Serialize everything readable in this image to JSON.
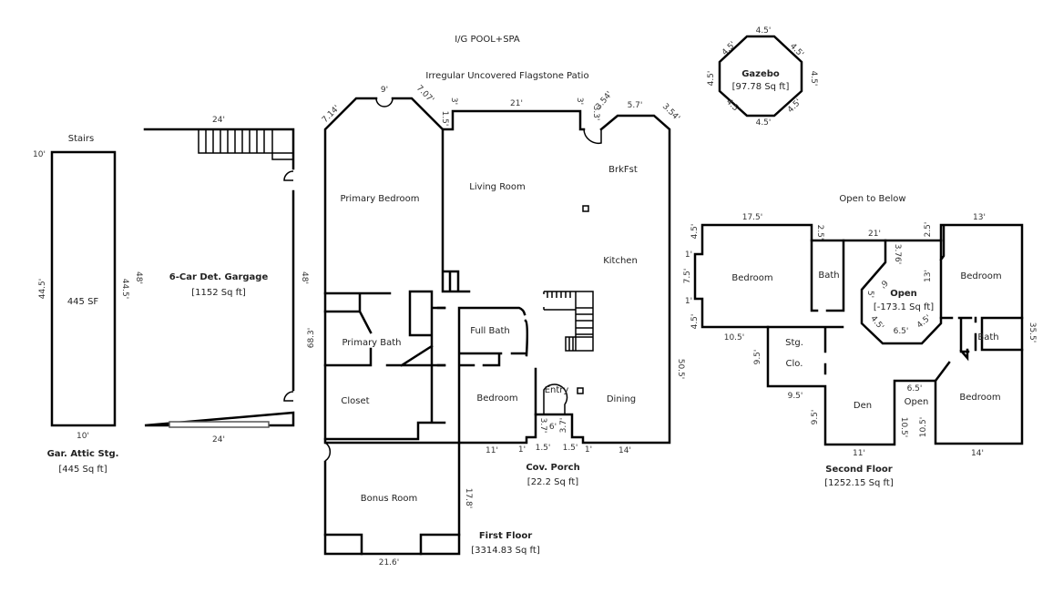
{
  "outdoor": {
    "pool": "I/G POOL+SPA",
    "patio": "Irregular Uncovered Flagstone Patio"
  },
  "gazebo": {
    "title": "Gazebo",
    "area": "[97.78 Sq ft]",
    "sides": [
      "4.5'",
      "4.5'",
      "4.5'",
      "4.5'",
      "4.5'",
      "4.5'",
      "4.5'",
      "4.5'"
    ]
  },
  "attic": {
    "stairs": "Stairs",
    "title": "Gar. Attic Stg.",
    "area": "[445 Sq ft]",
    "inner": "445 SF",
    "dims": [
      "10'",
      "44.5'",
      "44.5'",
      "10'"
    ]
  },
  "garage": {
    "title": "6-Car Det. Gargage",
    "area": "[1152 Sq ft]",
    "dims": [
      "24'",
      "48'",
      "48'",
      "24'"
    ]
  },
  "first_floor": {
    "title": "First Floor",
    "area": "[3314.83 Sq ft]",
    "rooms": [
      "Primary Bedroom",
      "Living Room",
      "BrkFst",
      "Kitchen",
      "Primary Bath",
      "Full Bath",
      "Closet",
      "Bedroom",
      "Entry",
      "Dining",
      "Bonus Room"
    ],
    "porch": {
      "title": "Cov. Porch",
      "area": "[22.2 Sq ft]"
    },
    "dims": [
      "7.14'",
      "9'",
      "7.07'",
      "3'",
      "1.5'",
      "21'",
      "3'",
      "3.3'",
      "3.54'",
      "5.7'",
      "3.54'",
      "68.3'",
      "50.5'",
      "11'",
      "1'",
      "1.5'",
      "1.5'",
      "1'",
      "14'",
      "3.7'",
      "6'",
      "3.7'",
      "17.8'",
      "21.6'"
    ]
  },
  "second_floor": {
    "title": "Second Floor",
    "area": "[1252.15 Sq ft]",
    "open_to_below": "Open to Below",
    "rooms": [
      "Bedroom",
      "Bath",
      "Open",
      "[-173.1 Sq ft]",
      "Bedroom",
      "Stg.",
      "Clo.",
      "Bath",
      "Den",
      "Open",
      "Bedroom"
    ],
    "dims": [
      "17.5'",
      "4.5'",
      "1'",
      "7.5'",
      "1'",
      "4.5'",
      "2.5'",
      "21'",
      "2.5'",
      "13'",
      "3.76'",
      "6'",
      "5'",
      "13'",
      "4.5'",
      "6.5'",
      "4.5'",
      "10.5'",
      "9.5'",
      "9.5'",
      "9.5'",
      "6.5'",
      "10.5'",
      "10.5'",
      "35.5'",
      "11'",
      "14'"
    ]
  }
}
